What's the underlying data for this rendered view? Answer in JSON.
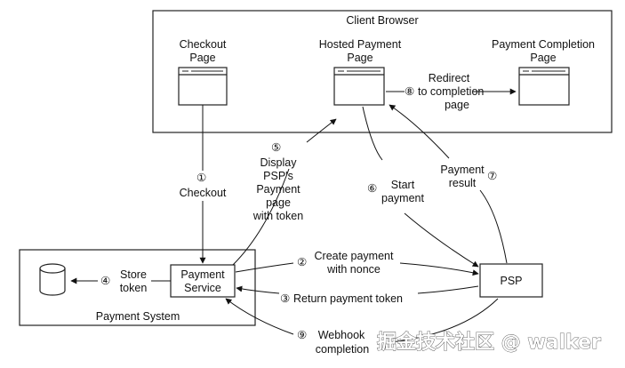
{
  "client_browser": {
    "title": "Client Browser",
    "pages": {
      "checkout": [
        "Checkout",
        "Page"
      ],
      "hosted": [
        "Hosted Payment",
        "Page"
      ],
      "completion": [
        "Payment Completion",
        "Page"
      ]
    },
    "redirect": {
      "num": "⑧",
      "lines": [
        "Redirect",
        "to completion",
        "page"
      ]
    }
  },
  "payment_system": {
    "title": "Payment System",
    "service": [
      "Payment",
      "Service"
    ],
    "store": {
      "num": "④",
      "lines": [
        "Store",
        "token"
      ]
    }
  },
  "psp": {
    "label": "PSP"
  },
  "steps": {
    "checkout": {
      "num": "①",
      "label": "Checkout"
    },
    "create": {
      "num": "②",
      "lines": [
        "Create payment",
        "with nonce"
      ]
    },
    "return": {
      "num": "③",
      "label": "Return payment token"
    },
    "display": {
      "num": "⑤",
      "lines": [
        "Display",
        "PSP's",
        "Payment",
        "page",
        "with token"
      ]
    },
    "start": {
      "num": "⑥",
      "lines": [
        "Start",
        "payment"
      ]
    },
    "result": {
      "num": "⑦",
      "lines": [
        "Payment",
        "result"
      ]
    },
    "webhook": {
      "num": "⑨",
      "lines": [
        "Webhook",
        "completion"
      ]
    }
  },
  "watermark": "掘金技术社区 @ walker"
}
